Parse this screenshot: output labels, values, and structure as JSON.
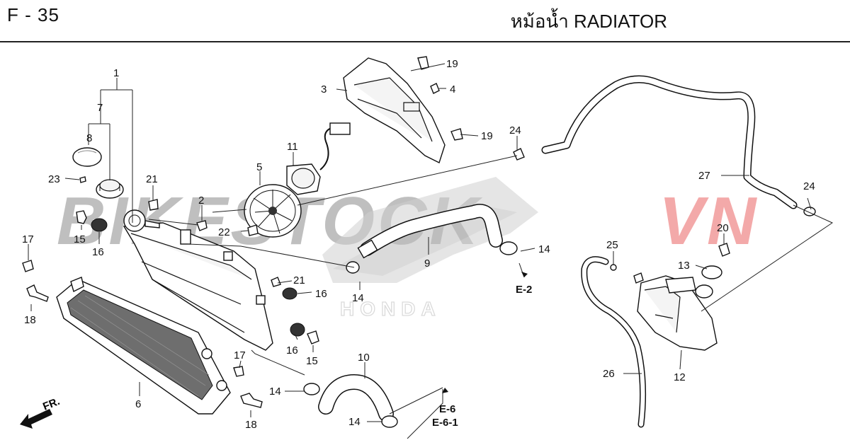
{
  "header": {
    "page_code": "F - 35",
    "title": "หม้อน้ำ  RADIATOR"
  },
  "watermark": {
    "text_main": "BIKESTOCK",
    "text_accent": "VN",
    "main_color": "#b9b9b9",
    "accent_color": "#f2a0a0"
  },
  "brand_mark": {
    "text": "HONDA"
  },
  "colors": {
    "line": "#222222",
    "text": "#111111"
  },
  "callouts": {
    "p1": "1",
    "p2": "2",
    "p3": "3",
    "p4": "4",
    "p5": "5",
    "p6": "6",
    "p7": "7",
    "p8": "8",
    "p9": "9",
    "p10": "10",
    "p11": "11",
    "p12": "12",
    "p13": "13",
    "p14a": "14",
    "p14b": "14",
    "p14c": "14",
    "p14d": "14",
    "p15a": "15",
    "p15b": "15",
    "p16a": "16",
    "p16b": "16",
    "p16c": "16",
    "p17a": "17",
    "p17b": "17",
    "p18a": "18",
    "p18b": "18",
    "p19a": "19",
    "p19b": "19",
    "p20": "20",
    "p21a": "21",
    "p21b": "21",
    "p22": "22",
    "p23": "23",
    "p24a": "24",
    "p24b": "24",
    "p25": "25",
    "p26": "26",
    "p27": "27"
  },
  "references": {
    "e2": "E-2",
    "e6": "E-6",
    "e61": "E-6-1"
  },
  "direction": {
    "label": "FR."
  }
}
